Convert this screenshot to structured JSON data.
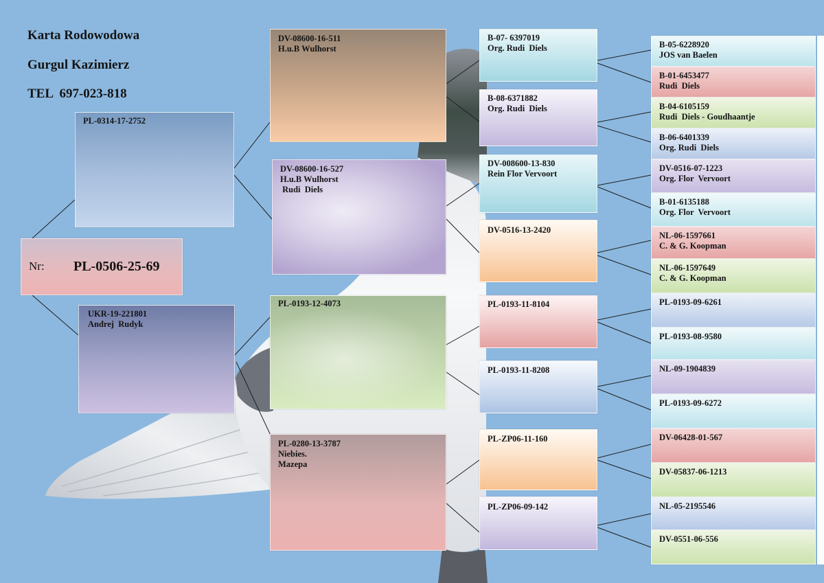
{
  "colors": {
    "background": "#8cb8df",
    "connector": "#1e1e1e"
  },
  "header": {
    "title": "Karta Rodowodowa",
    "owner": "Gurgul Kazimierz",
    "phone": "TEL  697-023-818"
  },
  "subject": {
    "label": "Nr:",
    "ring": "PL-0506-25-69"
  },
  "pedigree": {
    "sire": {
      "ring": "PL-0314-17-2752"
    },
    "dam": {
      "ring": "UKR-19-221801",
      "breeder": "Andrej  Rudyk"
    },
    "grandparents": [
      {
        "ring": "DV-08600-16-511",
        "details": [
          "H.u.B Wulhorst"
        ]
      },
      {
        "ring": "DV-08600-16-527",
        "details": [
          "H.u.B Wulhorst",
          " Rudi  Diels"
        ]
      },
      {
        "ring": "PL-0193-12-4073",
        "details": []
      },
      {
        "ring": "PL-0280-13-3787",
        "details": [
          "Niebies.",
          "Mazepa"
        ]
      }
    ],
    "great_grandparents": [
      {
        "ring": "B-07- 6397019",
        "breeder": "Org. Rudi  Diels"
      },
      {
        "ring": "B-08-6371882",
        "breeder": "Org. Rudi  Diels"
      },
      {
        "ring": "DV-008600-13-830",
        "breeder": "Rein Flor Vervoort"
      },
      {
        "ring": "DV-0516-13-2420"
      },
      {
        "ring": "PL-0193-11-8104"
      },
      {
        "ring": "PL-0193-11-8208"
      },
      {
        "ring": "PL-ZP06-11-160"
      },
      {
        "ring": "PL-ZP06-09-142"
      }
    ],
    "great_great_grandparents": [
      {
        "ring": "B-05-6228920",
        "breeder": "JOS van Baelen"
      },
      {
        "ring": "B-01-6453477",
        "breeder": "Rudi  Diels"
      },
      {
        "ring": "B-04-6105159",
        "breeder": "Rudi  Diels - Goudhaantje"
      },
      {
        "ring": "B-06-6401339",
        "breeder": "Org. Rudi  Diels"
      },
      {
        "ring": "DV-0516-07-1223",
        "breeder": "Org. Flor  Vervoort"
      },
      {
        "ring": "B-01-6135188",
        "breeder": "Org. Flor  Vervoort"
      },
      {
        "ring": "NL-06-1597661",
        "breeder": "C. & G. Koopman"
      },
      {
        "ring": "NL-06-1597649",
        "breeder": "C. & G. Koopman"
      },
      {
        "ring": "PL-0193-09-6261"
      },
      {
        "ring": "PL-0193-08-9580"
      },
      {
        "ring": "NL-09-1904839"
      },
      {
        "ring": "PL-0193-09-6272"
      },
      {
        "ring": "DV-06428-01-567"
      },
      {
        "ring": "DV-05837-06-1213"
      },
      {
        "ring": "NL-05-2195546"
      },
      {
        "ring": "DV-0551-06-556"
      }
    ]
  }
}
